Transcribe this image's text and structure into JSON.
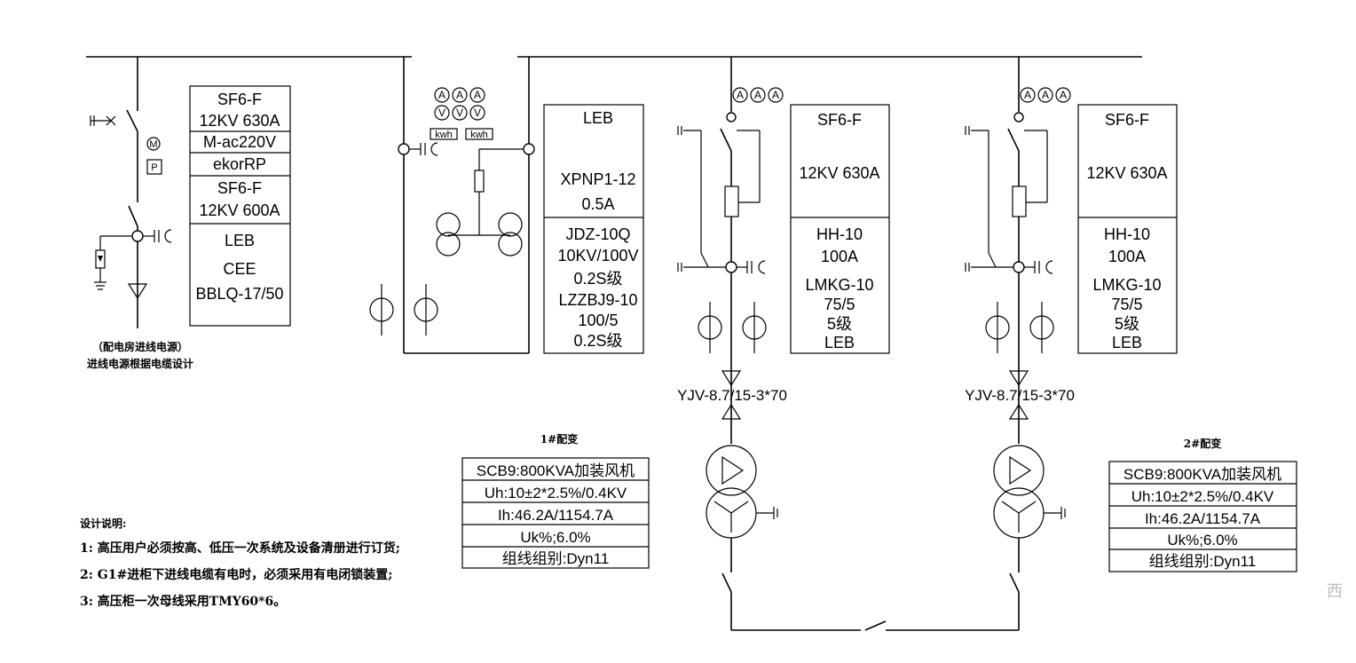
{
  "incoming": {
    "labels": [
      "SF6-F",
      "12KV 630A",
      "M-ac220V",
      "ekorRP",
      "SF6-F",
      "12KV 600A",
      "LEB",
      "CEE",
      "BBLQ-17/50"
    ],
    "motor": "M",
    "p_symbol": "P",
    "caption1": "（配电房进线电源）",
    "caption2": "进线电源根据电缆设计"
  },
  "metering": {
    "meters_a": [
      "A",
      "A",
      "A"
    ],
    "meters_v": [
      "V",
      "V",
      "V"
    ],
    "kwh": [
      "kwh",
      "kwh"
    ],
    "labels_top": [
      "LEB",
      "XPNP1-12",
      "0.5A"
    ],
    "labels_bottom": [
      "JDZ-10Q",
      "10KV/100V",
      "0.2S级",
      "LZZBJ9-10",
      "100/5",
      "0.2S级"
    ]
  },
  "feeders": [
    {
      "meters": [
        "A",
        "A",
        "A"
      ],
      "labels_top": [
        "SF6-F",
        "12KV 630A"
      ],
      "labels_bottom": [
        "HH-10",
        "100A",
        "LMKG-10",
        "75/5",
        "5级",
        "LEB"
      ],
      "cable": "YJV-8.7/15-3*70",
      "transformer_title": "1#配变",
      "transformer_rows": [
        "SCB9:800KVA加装风机",
        "Uh:10±2*2.5%/0.4KV",
        "Ih:46.2A/1154.7A",
        "Uk%;6.0%",
        "组线组别:Dyn11"
      ]
    },
    {
      "meters": [
        "A",
        "A",
        "A"
      ],
      "labels_top": [
        "SF6-F",
        "12KV 630A"
      ],
      "labels_bottom": [
        "HH-10",
        "100A",
        "LMKG-10",
        "75/5",
        "5级",
        "LEB"
      ],
      "cable": "YJV-8.7/15-3*70",
      "transformer_title": "2#配变",
      "transformer_rows": [
        "SCB9:800KVA加装风机",
        "Uh:10±2*2.5%/0.4KV",
        "Ih:46.2A/1154.7A",
        "Uk%;6.0%",
        "组线组别:Dyn11"
      ]
    }
  ],
  "notes": {
    "title": "设计说明:",
    "items": [
      "1: 高压用户必须按高、低压一次系统及设备清册进行订货;",
      "2: G1#进柜下进线电缆有电时，必须采用有电闭锁装置;",
      "3: 高压柜一次母线采用TMY60*6。"
    ]
  },
  "watermark": "西"
}
